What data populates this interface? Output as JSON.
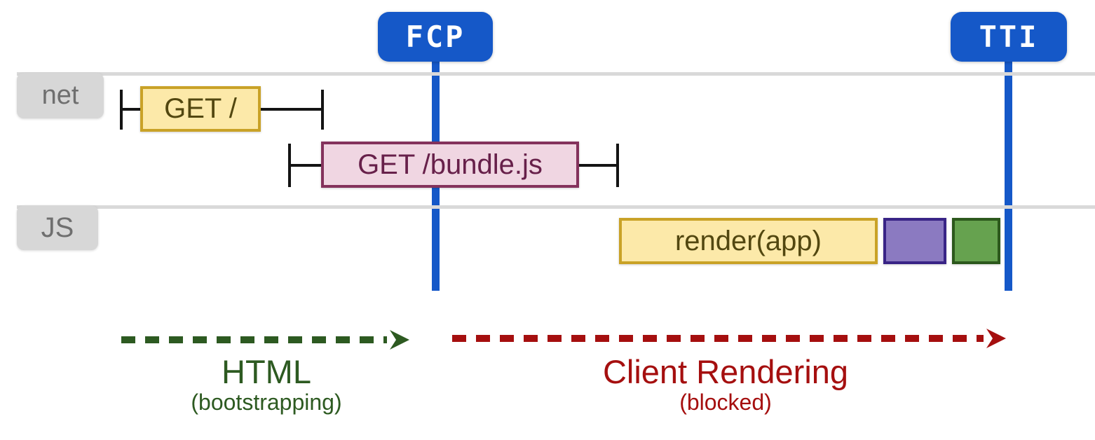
{
  "title_badges": {
    "fcp": "FCP",
    "tti": "TTI"
  },
  "lane_labels": {
    "net": "net",
    "js": "JS"
  },
  "tasks": {
    "get_root": "GET /",
    "get_bundle": "GET /bundle.js",
    "render_app": "render(app)"
  },
  "phases": {
    "html": {
      "label": "HTML",
      "note": "(bootstrapping)"
    },
    "client_rendering": {
      "label": "Client Rendering",
      "note": "(blocked)"
    }
  },
  "colors": {
    "timeline_blue": "#1558c8",
    "lane_gray": "#d9d9d9",
    "lane_label_gray": "#d7d7d7",
    "task_yellow_fill": "#fce9a9",
    "task_yellow_border": "#c9a227",
    "network_pink_fill": "#f0d6e2",
    "network_pink_border": "#84325c",
    "js_purple_fill": "#8b7ac1",
    "js_purple_border": "#392486",
    "js_green_fill": "#66a24f",
    "js_green_border": "#2c581c",
    "phase_html_green": "#2d5a21",
    "phase_client_red": "#a50f0f"
  }
}
